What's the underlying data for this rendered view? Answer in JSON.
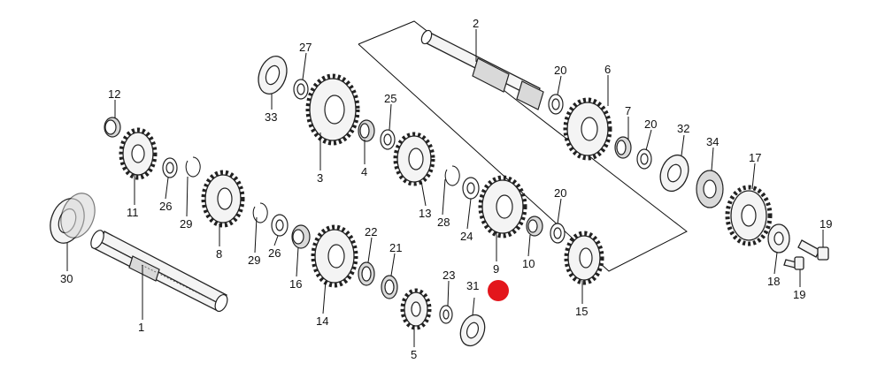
{
  "diagram": {
    "labels": {
      "p1": "1",
      "p2": "2",
      "p3": "3",
      "p4": "4",
      "p5": "5",
      "p6": "6",
      "p7": "7",
      "p8": "8",
      "p9": "9",
      "p10": "10",
      "p11": "11",
      "p12": "12",
      "p13": "13",
      "p14": "14",
      "p15": "15",
      "p16": "16",
      "p17": "17",
      "p18": "18",
      "p19a": "19",
      "p19b": "19",
      "p20a": "20",
      "p20b": "20",
      "p20c": "20",
      "p21": "21",
      "p22": "22",
      "p23": "23",
      "p24": "24",
      "p25": "25",
      "p26a": "26",
      "p26b": "26",
      "p27": "27",
      "p28": "28",
      "p29a": "29",
      "p29b": "29",
      "p30": "30",
      "p31": "31",
      "p32": "32",
      "p33": "33",
      "p34": "34"
    },
    "colors": {
      "line": "#111111",
      "highlight": "#e3161c",
      "part_fill": "#f4f4f4"
    },
    "icons": {
      "highlight": "red-dot-marker"
    }
  }
}
